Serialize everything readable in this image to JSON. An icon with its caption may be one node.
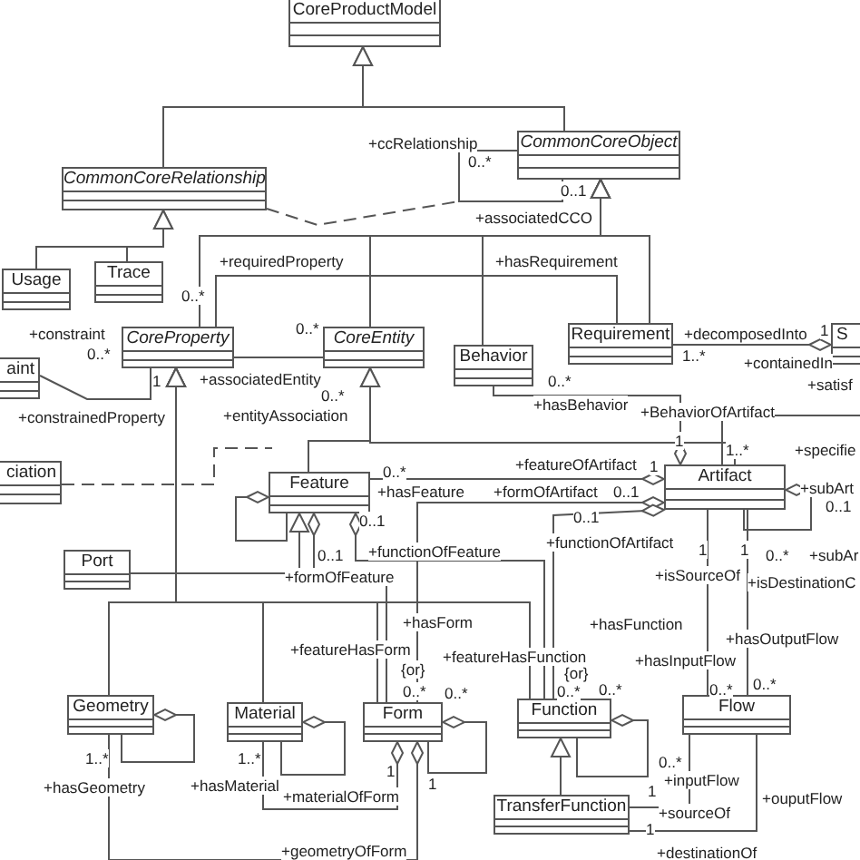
{
  "diagram": {
    "nodes": [
      {
        "text": [
          "CoreProductModel"
        ]
      },
      {
        "text": [
          "CommonCoreRelationship"
        ]
      },
      {
        "text": [
          "CommonCoreObject"
        ]
      },
      {
        "text": [
          "Usage"
        ]
      },
      {
        "text": [
          "Trace"
        ]
      },
      {
        "text": [
          "CoreProperty"
        ]
      },
      {
        "text": [
          "CoreEntity"
        ]
      },
      {
        "text": [
          "aint"
        ]
      },
      {
        "text": [
          "ciation"
        ]
      },
      {
        "text": [
          "Feature"
        ]
      },
      {
        "text": [
          "Behavior"
        ]
      },
      {
        "text": [
          "Requirement"
        ]
      },
      {
        "text": [
          "S"
        ]
      },
      {
        "text": [
          "Artifact"
        ]
      },
      {
        "text": [
          "Port"
        ]
      },
      {
        "text": [
          "Geometry"
        ]
      },
      {
        "text": [
          "Material"
        ]
      },
      {
        "text": [
          "Form"
        ]
      },
      {
        "text": [
          "Function"
        ]
      },
      {
        "text": [
          "Flow"
        ]
      },
      {
        "text": [
          "TransferFunction"
        ]
      }
    ],
    "edges": [
      {
        "from": 1,
        "to": 0,
        "arrow": "to"
      },
      {
        "from": 2,
        "to": 0,
        "arrow": "to"
      },
      {
        "from": 3,
        "to": 1,
        "arrow": "to"
      },
      {
        "from": 4,
        "to": 1,
        "arrow": "to"
      },
      {
        "from": 2,
        "to": 2,
        "arrow": "none"
      },
      {
        "from": 1,
        "to": null,
        "arrow": "none",
        "style": "dashed"
      },
      {
        "from": 5,
        "to": 2,
        "arrow": "to"
      },
      {
        "from": 6,
        "to": 2,
        "arrow": "to"
      },
      {
        "from": 10,
        "to": 2,
        "arrow": "to"
      },
      {
        "from": 11,
        "to": 2,
        "arrow": "to"
      },
      {
        "from": 5,
        "to": 11,
        "arrow": "none"
      },
      {
        "from": 7,
        "to": 5,
        "arrow": "none"
      },
      {
        "from": 5,
        "to": 6,
        "arrow": "none"
      },
      {
        "from": 8,
        "to": null,
        "arrow": "none",
        "style": "dashed"
      },
      {
        "from": 9,
        "to": 6,
        "arrow": "to"
      },
      {
        "from": 13,
        "to": 6,
        "arrow": "to"
      },
      {
        "from": 14,
        "to": 9,
        "arrow": "to"
      },
      {
        "from": 9,
        "to": 9,
        "arrow": "other"
      },
      {
        "from": 10,
        "to": 13,
        "arrow": "other"
      },
      {
        "from": 11,
        "to": 12,
        "arrow": "other"
      },
      {
        "from": 13,
        "to": null,
        "arrow": "none"
      },
      {
        "from": 13,
        "to": 13,
        "arrow": "other"
      },
      {
        "from": 9,
        "to": 13,
        "arrow": "other"
      },
      {
        "from": 17,
        "to": 13,
        "arrow": "other"
      },
      {
        "from": 18,
        "to": 13,
        "arrow": "other"
      },
      {
        "from": 17,
        "to": 9,
        "arrow": "other"
      },
      {
        "from": 18,
        "to": 9,
        "arrow": "other"
      },
      {
        "from": 15,
        "to": 5,
        "arrow": "to"
      },
      {
        "from": 16,
        "to": 5,
        "arrow": "to"
      },
      {
        "from": 17,
        "to": 5,
        "arrow": "to"
      },
      {
        "from": 18,
        "to": 5,
        "arrow": "to"
      },
      {
        "from": 15,
        "to": 15,
        "arrow": "other"
      },
      {
        "from": 16,
        "to": 16,
        "arrow": "other"
      },
      {
        "from": 15,
        "to": 17,
        "arrow": "other"
      },
      {
        "from": 16,
        "to": 17,
        "arrow": "other"
      },
      {
        "from": 17,
        "to": 17,
        "arrow": "other"
      },
      {
        "from": 18,
        "to": 18,
        "arrow": "other"
      },
      {
        "from": 20,
        "to": 18,
        "arrow": "to"
      },
      {
        "from": 13,
        "to": 19,
        "arrow": "none"
      },
      {
        "from": 13,
        "to": 19,
        "arrow": "none"
      },
      {
        "from": 20,
        "to": 19,
        "arrow": "none"
      },
      {
        "from": 20,
        "to": 19,
        "arrow": "none"
      }
    ],
    "labels": [
      "+ccRelationship",
      "0..*",
      "0..1",
      "+associatedCCO",
      "+requiredProperty",
      "+hasRequirement",
      "0..*",
      "+constraint",
      "0..*",
      "0..*",
      "+decomposedInto",
      "1",
      "1..*",
      "+containedIn",
      "1",
      "+associatedEntity",
      "0..*",
      "+constrainedProperty",
      "+entityAssociation",
      "0..*",
      "+hasBehavior",
      "+BehaviorOfArtifact",
      "+satisf",
      "1",
      "1..*",
      "+specifie",
      "0..*",
      "+featureOfArtifact",
      "1",
      "+hasFeature",
      "+formOfArtifact",
      "0..1",
      "+subArt",
      "0..1",
      "0..1",
      "0..1",
      "0..1",
      "+functionOfFeature",
      "+functionOfArtifact",
      "1",
      "1",
      "0..*",
      "+subAr",
      "+formOfFeature",
      "+isSourceOf",
      "+isDestinationC",
      "+hasForm",
      "+hasFunction",
      "+hasOutputFlow",
      "+featureHasForm",
      "+featureHasFunction",
      "+hasInputFlow",
      "{or}",
      "{or}",
      "0..*",
      "0..*",
      "0..*",
      "0..*",
      "0..*",
      "0..*",
      "1..*",
      "1..*",
      "1",
      "1",
      "+hasGeometry",
      "+hasMaterial",
      "+materialOfForm",
      "0..*",
      "1",
      "+inputFlow",
      "+ouputFlow",
      "+sourceOf",
      "1",
      "+geometryOfForm",
      "+destinationOf"
    ]
  }
}
